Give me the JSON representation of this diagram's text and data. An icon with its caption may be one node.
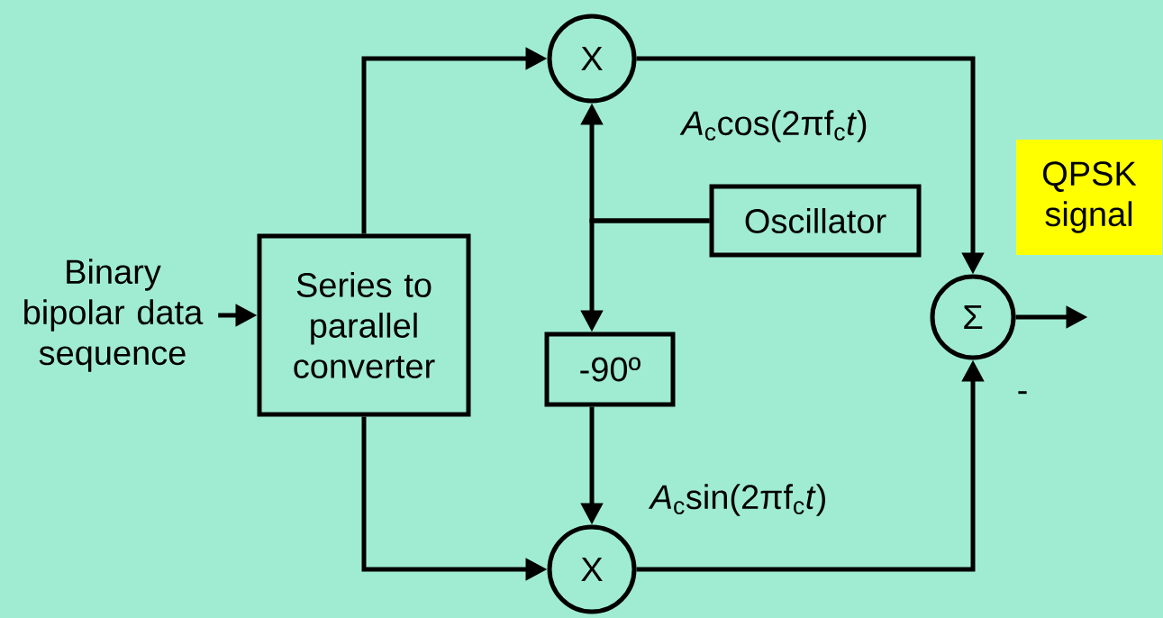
{
  "diagram": {
    "nodes": [
      {
        "text": [
          "Binary bipolar data sequence"
        ]
      },
      {
        "text": [
          "Series to parallel converter"
        ]
      },
      {
        "text": [
          "X"
        ]
      },
      {
        "text": [
          "X"
        ]
      },
      {
        "text": [
          "Oscillator"
        ]
      },
      {
        "text": [
          "-90º"
        ]
      },
      {
        "text": [
          "Σ"
        ]
      },
      {
        "text": [
          "QPSK signal"
        ]
      }
    ],
    "edges": [
      {
        "from": 0,
        "to": 1,
        "arrow": "to"
      },
      {
        "from": 1,
        "to": 2,
        "arrow": "to"
      },
      {
        "from": 1,
        "to": 3,
        "arrow": "to"
      },
      {
        "from": 4,
        "to": 2,
        "arrow": "to"
      },
      {
        "from": 4,
        "to": 5,
        "arrow": "to"
      },
      {
        "from": 5,
        "to": 3,
        "arrow": "to"
      },
      {
        "from": 2,
        "to": 6,
        "arrow": "to"
      },
      {
        "from": 3,
        "to": 6,
        "arrow": "to"
      },
      {
        "from": 6,
        "to": null,
        "arrow": "to"
      }
    ],
    "labels": [
      "*A*$_{c}$cos(2πf$_{c}$*t*)",
      "*A*$_{c}$sin(2πf$_{c}$*t*)",
      "-"
    ]
  }
}
